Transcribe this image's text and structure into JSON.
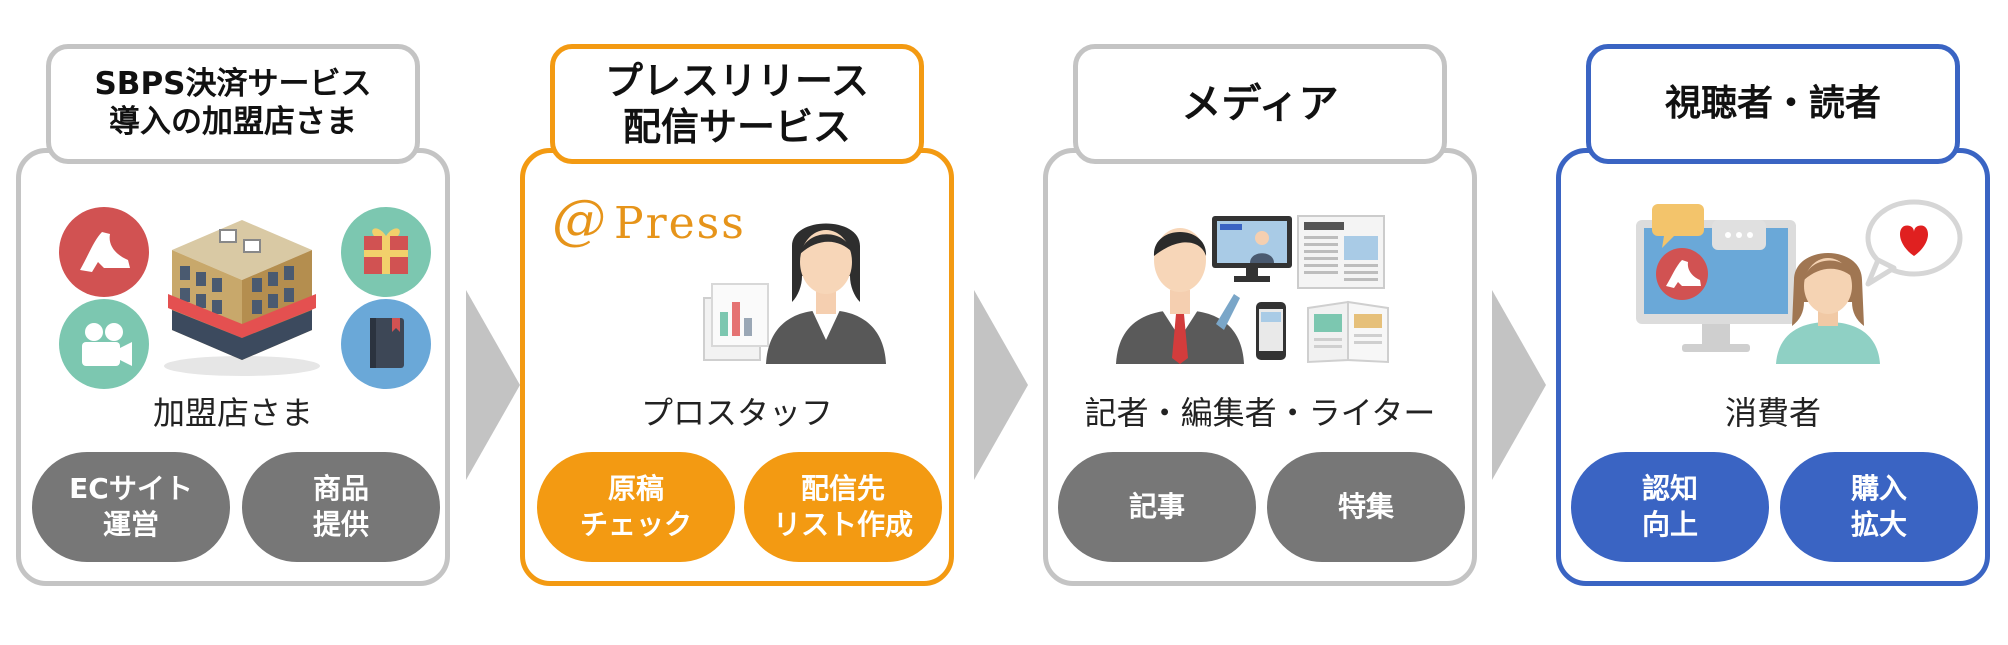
{
  "stages": [
    {
      "id": "merchant",
      "title_lines": [
        "SBPS決済サービス",
        "導入の加盟店さま"
      ],
      "label": "加盟店さま",
      "pills": [
        [
          "ECサイト",
          "運営"
        ],
        [
          "商品",
          "提供"
        ]
      ]
    },
    {
      "id": "press",
      "title_lines": [
        "プレスリリース",
        "配信サービス"
      ],
      "brand": {
        "at": "@",
        "name": "Press"
      },
      "label": "プロスタッフ",
      "pills": [
        [
          "原稿",
          "チェック"
        ],
        [
          "配信先",
          "リスト作成"
        ]
      ]
    },
    {
      "id": "media",
      "title_lines": [
        "メディア"
      ],
      "label": "記者・編集者・ライター",
      "pills": [
        [
          "記事"
        ],
        [
          "特集"
        ]
      ]
    },
    {
      "id": "audience",
      "title_lines": [
        "視聴者・読者"
      ],
      "label": "消費者",
      "pills": [
        [
          "認知",
          "向上"
        ],
        [
          "購入",
          "拡大"
        ]
      ]
    }
  ],
  "icons": {
    "merchant": [
      "high-heel-icon",
      "film-camera-icon",
      "store-building-icon",
      "gift-box-icon",
      "notebook-icon"
    ],
    "press": [
      "press-staff-icon",
      "document-chart-icon"
    ],
    "media": [
      "reporter-icon",
      "tv-monitor-icon",
      "newspaper-icon",
      "smartphone-icon",
      "magazine-icon"
    ],
    "audience": [
      "computer-display-icon",
      "chat-bubble-icon",
      "consumer-woman-icon",
      "heart-icon"
    ]
  },
  "colors": {
    "gray_border": "#c4c4c4",
    "gray_pill": "#777777",
    "orange": "#f39a12",
    "blue": "#3a64c3",
    "arrow": "#c3c3c3"
  }
}
